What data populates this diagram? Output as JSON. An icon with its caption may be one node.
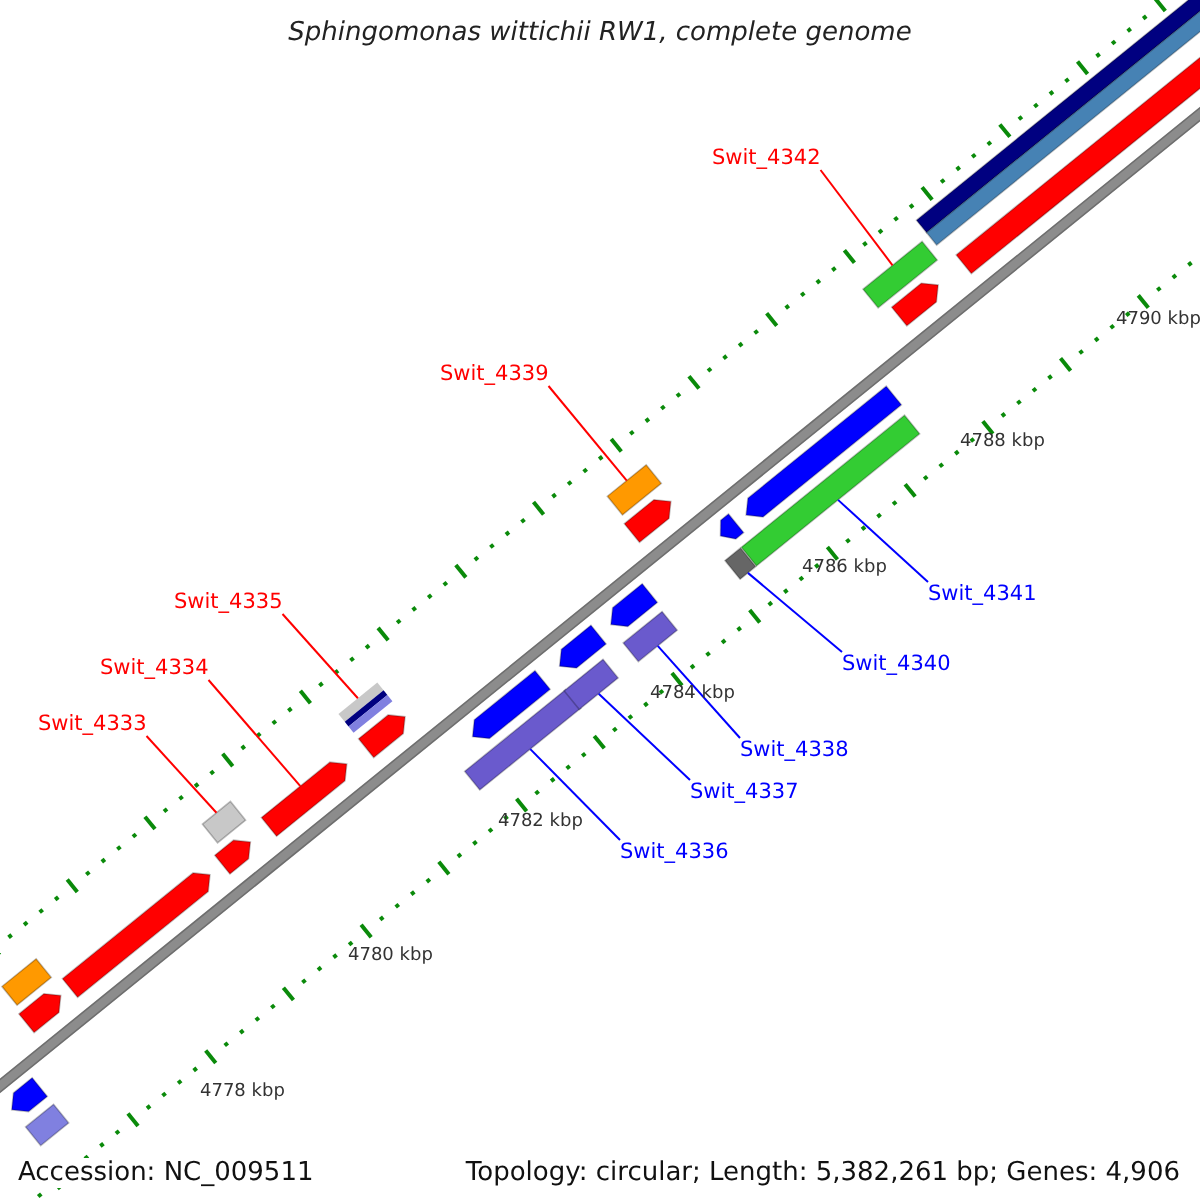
{
  "diagram": {
    "title": "Sphingomonas wittichii RW1, complete genome",
    "nodes": [
      {
        "text": [
          "Swit_4342"
        ]
      },
      {
        "text": [
          "Swit_4339"
        ]
      },
      {
        "text": [
          "Swit_4341"
        ]
      },
      {
        "text": [
          "Swit_4335"
        ]
      },
      {
        "text": [
          "Swit_4340"
        ]
      },
      {
        "text": [
          "Swit_4334"
        ]
      },
      {
        "text": [
          "Swit_4333"
        ]
      },
      {
        "text": [
          "Swit_4338"
        ]
      },
      {
        "text": [
          "Swit_4337"
        ]
      },
      {
        "text": [
          "Swit_4336"
        ]
      },
      {
        "text": [],
        "shape": "bar"
      },
      {
        "text": [],
        "shape": "bar"
      },
      {
        "text": [],
        "shape": "bar"
      },
      {
        "text": [],
        "shape": "bar"
      },
      {
        "text": [],
        "shape": "bar"
      },
      {
        "text": [],
        "shape": "bar"
      },
      {
        "text": [],
        "shape": "bar"
      },
      {
        "text": [],
        "shape": "bar"
      },
      {
        "text": [],
        "shape": "bar"
      },
      {
        "text": [],
        "shape": "bar"
      },
      {
        "text": [],
        "shape": "bar"
      },
      {
        "text": [],
        "shape": "bar"
      },
      {
        "text": [],
        "shape": "bar"
      },
      {
        "text": [],
        "shape": "bar"
      },
      {
        "text": [],
        "shape": "bar"
      },
      {
        "text": [],
        "shape": "bar"
      },
      {
        "text": [],
        "shape": "bar"
      },
      {
        "text": [],
        "shape": "bar"
      },
      {
        "text": [],
        "shape": "bar"
      },
      {
        "text": [],
        "shape": "bar"
      },
      {
        "text": [],
        "shape": "bar"
      },
      {
        "text": [],
        "shape": "bar"
      },
      {
        "text": [],
        "shape": "bar"
      },
      {
        "text": [],
        "shape": "bar"
      },
      {
        "text": [],
        "shape": "bar"
      },
      {
        "text": [],
        "shape": "bar"
      },
      {
        "text": [],
        "shape": "bar"
      }
    ],
    "edges": [
      {
        "from": 0,
        "to": 32,
        "arrow": "none",
        "color": "#ff0000"
      },
      {
        "from": 1,
        "to": 26,
        "arrow": "none",
        "color": "#ff0000"
      },
      {
        "from": 2,
        "to": 30,
        "arrow": "none",
        "color": "#0000ff"
      },
      {
        "from": 3,
        "to": 18,
        "arrow": "none",
        "color": "#ff0000"
      },
      {
        "from": 4,
        "to": 28,
        "arrow": "none",
        "color": "#0000ff"
      },
      {
        "from": 5,
        "to": 17,
        "arrow": "none",
        "color": "#ff0000"
      },
      {
        "from": 6,
        "to": 16,
        "arrow": "none",
        "color": "#ff0000"
      },
      {
        "from": 7,
        "to": 24,
        "arrow": "none",
        "color": "#0000ff"
      },
      {
        "from": 8,
        "to": 22,
        "arrow": "none",
        "color": "#0000ff"
      },
      {
        "from": 9,
        "to": 20,
        "arrow": "none",
        "color": "#0000ff"
      }
    ],
    "labels": [
      "4790 kbp",
      "4788 kbp",
      "4786 kbp",
      "4784 kbp",
      "4782 kbp",
      "4780 kbp",
      "4778 kbp",
      "Accession: NC_009511",
      "Topology: circular; Length: 5,382,261 bp; Genes: 4,906"
    ]
  }
}
